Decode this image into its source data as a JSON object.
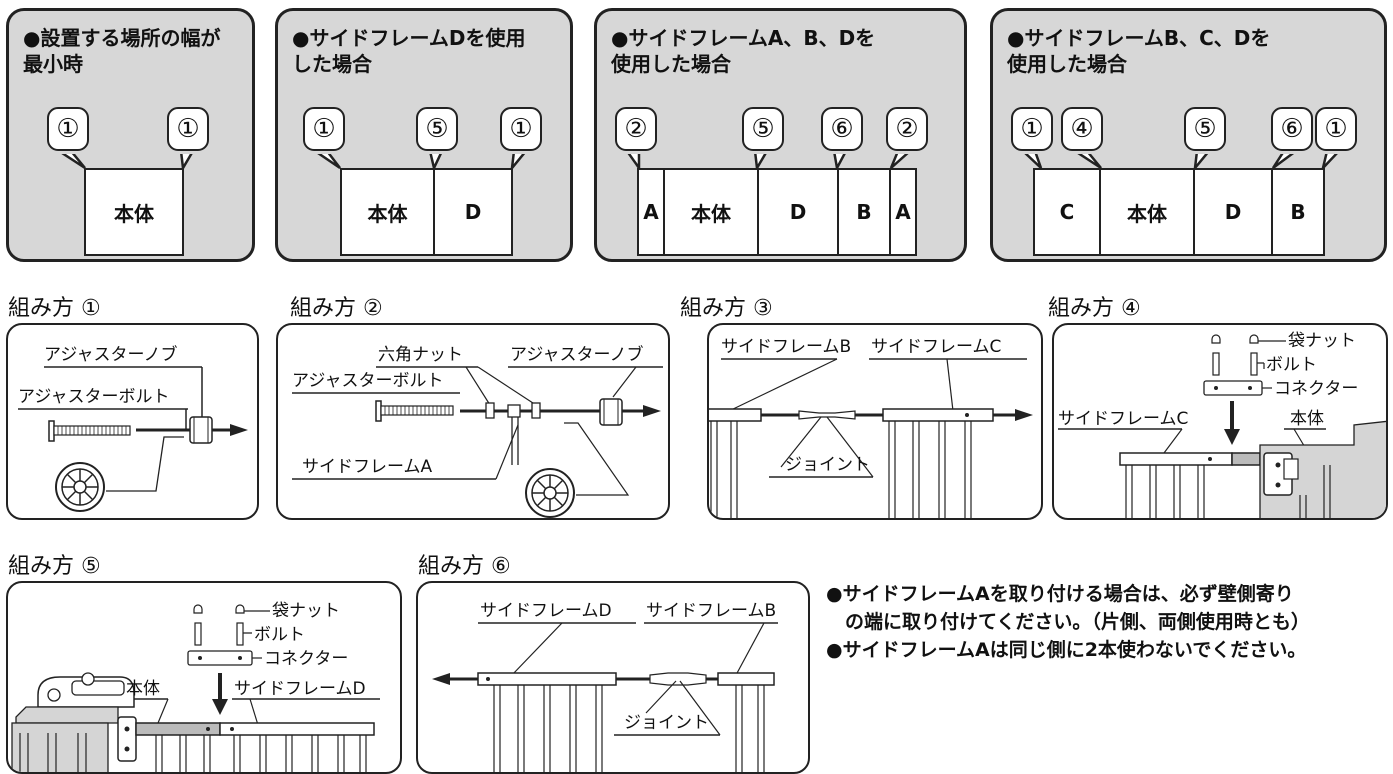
{
  "configs": [
    {
      "title": "●設置する場所の幅が\n 最小時",
      "bubbles": [
        "①",
        "①"
      ],
      "boxes": [
        "本体"
      ]
    },
    {
      "title": "●サイドフレームDを使用\n した場合",
      "bubbles": [
        "①",
        "⑤",
        "①"
      ],
      "boxes": [
        "本体",
        "D"
      ]
    },
    {
      "title": "●サイドフレームA、B、Dを\n 使用した場合",
      "bubbles": [
        "②",
        "⑤",
        "⑥",
        "②"
      ],
      "boxes": [
        "A",
        "本体",
        "D",
        "B",
        "A"
      ]
    },
    {
      "title": "●サイドフレームB、C、Dを\n 使用した場合",
      "bubbles": [
        "①",
        "④",
        "⑤",
        "⑥",
        "①"
      ],
      "boxes": [
        "C",
        "本体",
        "D",
        "B"
      ]
    }
  ],
  "steps": [
    {
      "title": "組み方 ①",
      "labels": [
        "アジャスターノブ",
        "アジャスターボルト"
      ]
    },
    {
      "title": "組み方 ②",
      "labels": [
        "六角ナット",
        "アジャスターノブ",
        "アジャスターボルト",
        "サイドフレームA"
      ]
    },
    {
      "title": "組み方 ③",
      "labels": [
        "サイドフレームB",
        "サイドフレームC",
        "ジョイント"
      ]
    },
    {
      "title": "組み方 ④",
      "labels": [
        "袋ナット",
        "ボルト",
        "コネクター",
        "サイドフレームC",
        "本体"
      ]
    },
    {
      "title": "組み方 ⑤",
      "labels": [
        "袋ナット",
        "ボルト",
        "コネクター",
        "本体",
        "サイドフレームD"
      ]
    },
    {
      "title": "組み方 ⑥",
      "labels": [
        "サイドフレームD",
        "サイドフレームB",
        "ジョイント"
      ]
    }
  ],
  "notes": [
    "●サイドフレームAを取り付ける場合は、必ず壁側寄り",
    "　の端に取り付けてください。（片側、両側使用時とも）",
    "●サイドフレームAは同じ側に2本使わないでください。"
  ]
}
